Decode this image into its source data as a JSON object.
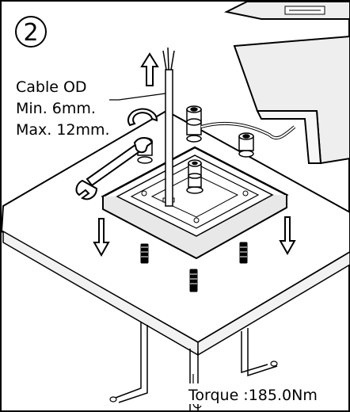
{
  "step": {
    "number": "2"
  },
  "labels": {
    "cable_od": "Cable OD",
    "cable_min": "Min. 6mm.",
    "cable_max": "Max. 12mm.",
    "torque": "Torque :185.0Nm"
  }
}
